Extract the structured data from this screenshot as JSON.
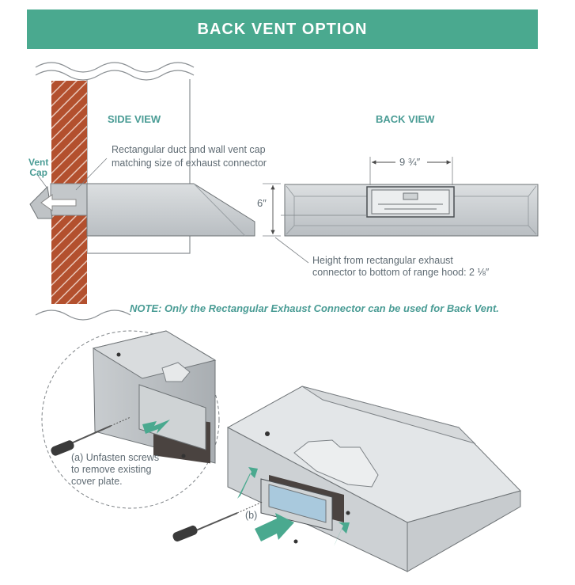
{
  "banner": {
    "title": "BACK VENT OPTION"
  },
  "side_view": {
    "title": "SIDE VIEW",
    "vent_cap_label": "Vent\nCap",
    "duct_note_line1": "Rectangular duct and wall vent cap",
    "duct_note_line2": "matching size of exhaust connector",
    "dim_height": "6″"
  },
  "back_view": {
    "title": "BACK VIEW",
    "dim_width": "9 ¾″"
  },
  "height_note": {
    "line1": "Height from rectangular exhaust",
    "line2": "connector to bottom of range hood: 2 ⅛″"
  },
  "note": "NOTE: Only the Rectangular Exhaust Connector can be used for Back Vent.",
  "step_a": {
    "line1": "(a) Unfasten screws",
    "line2": "to remove existing",
    "line3": "cover plate."
  },
  "step_b": {
    "label": "(b)"
  },
  "colors": {
    "accent": "#4aa98f",
    "brick": "#b3502e",
    "teal_text": "#4a9c95"
  }
}
